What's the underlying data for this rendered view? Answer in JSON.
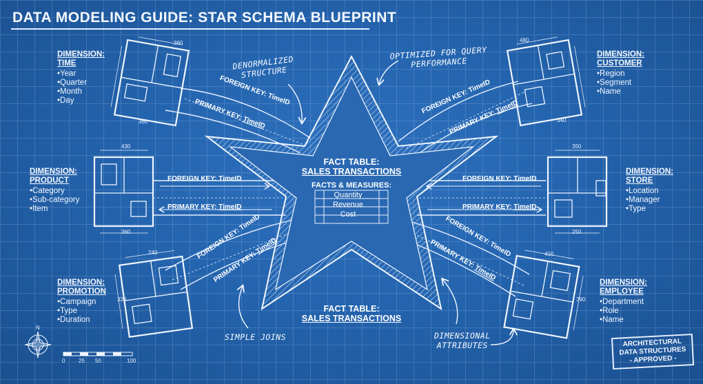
{
  "title": "DATA MODELING GUIDE: STAR SCHEMA BLUEPRINT",
  "dimensions": [
    {
      "label": "DIMENSION:",
      "name": "TIME",
      "attributes": [
        "Year",
        "Quarter",
        "Month",
        "Day"
      ]
    },
    {
      "label": "DIMENSION:",
      "name": "CUSTOMER",
      "attributes": [
        "Region",
        "Segment",
        "Name"
      ]
    },
    {
      "label": "DIMENSION:",
      "name": "PRODUCT",
      "attributes": [
        "Category",
        "Sub-category",
        "Item"
      ]
    },
    {
      "label": "DIMENSION:",
      "name": "STORE",
      "attributes": [
        "Location",
        "Manager",
        "Type"
      ]
    },
    {
      "label": "DIMENSION:",
      "name": "PROMOTION",
      "attributes": [
        "Campaign",
        "Type",
        "Duration"
      ]
    },
    {
      "label": "DIMENSION:",
      "name": "EMPLOYEE",
      "attributes": [
        "Department",
        "Role",
        "Name"
      ]
    }
  ],
  "fact_table": {
    "label": "FACT TABLE:",
    "name": "SALES TRANSACTIONS"
  },
  "facts_header": "FACTS & MEASURES:",
  "measures": [
    "Quantity",
    "Revenue",
    "Cost"
  ],
  "keys": {
    "foreign_prefix": "FOREIGN KEY:",
    "primary_prefix": "PRIMARY KEY:",
    "key_name": "TimeID"
  },
  "annotations": {
    "denormalized": [
      "DENORMALIZED",
      "STRUCTURE"
    ],
    "optimized": [
      "OPTIMIZED FOR QUERY",
      "PERFORMANCE"
    ],
    "simple_joins": "SIMPLE JOINS",
    "dimensional": [
      "DIMENSIONAL",
      "ATTRIBUTES"
    ]
  },
  "stamp": [
    "ARCHITECTURAL",
    "DATA STRUCTURES",
    "- APPROVED -"
  ],
  "compass": {
    "north": "N"
  },
  "scale": [
    "0",
    "25",
    "50",
    "100"
  ],
  "plan_dims": [
    "360",
    "360",
    "480",
    "340",
    "430",
    "360",
    "350",
    "250",
    "240",
    "330",
    "410",
    "390"
  ],
  "colors": {
    "paper": "#2464ae",
    "ink": "#eef5ff",
    "hatch": "#9cc2ee"
  }
}
